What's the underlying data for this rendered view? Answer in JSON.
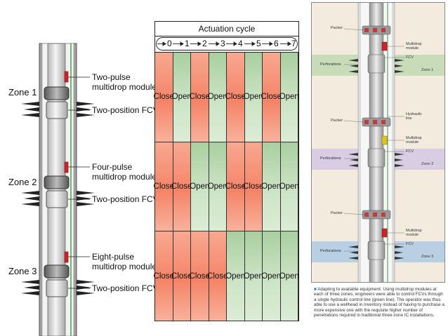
{
  "left": {
    "zones": [
      "Zone 1",
      "Zone 2",
      "Zone 3"
    ],
    "modules": [
      [
        "Two-pulse",
        "multidrop module"
      ],
      [
        "Four-pulse",
        "multidrop module"
      ],
      [
        "Eight-pulse",
        "multidrop module"
      ]
    ],
    "fcv_label": "Two-position FCV"
  },
  "table": {
    "title": "Actuation cycle",
    "steps": [
      "0",
      "1",
      "2",
      "3",
      "4",
      "5",
      "6",
      "7"
    ],
    "rows": [
      [
        "Close",
        "Open",
        "Close",
        "Open",
        "Close",
        "Open",
        "Close",
        "Open"
      ],
      [
        "Close",
        "Close",
        "Open",
        "Open",
        "Close",
        "Close",
        "Open",
        "Open"
      ],
      [
        "Close",
        "Close",
        "Close",
        "Close",
        "Open",
        "Open",
        "Open",
        "Open"
      ]
    ]
  },
  "right": {
    "labels": {
      "packer": "Packer",
      "multidrop": [
        "Multidrop",
        "module"
      ],
      "fcv": "FCV",
      "perforations": "Perforations",
      "hydraulic_line": [
        "Hydraulic",
        "line"
      ],
      "zones": [
        "Zone 1",
        "Zone 2",
        "Zone 3"
      ]
    },
    "caption": "Adapting to available equipment. Using multidrop modules at each of three zones, engineers were able to control FCVs through a single hydraulic control line (green line). The operator was thus able to use a wellhead in inventory instead of having to purchase a more expensive one with the requisite higher number of penetrations required in traditional three-zone IC installations.",
    "colors": {
      "zone1": "#c9dcb9",
      "zone2": "#d9cde4",
      "zone3": "#b9cfe3",
      "hydraulic_line": "#3f9a3a"
    }
  },
  "colors": {
    "close": "#f48467",
    "open": "#cde4c6",
    "module": "#d0202a",
    "control_line": "#3f9a3a"
  }
}
